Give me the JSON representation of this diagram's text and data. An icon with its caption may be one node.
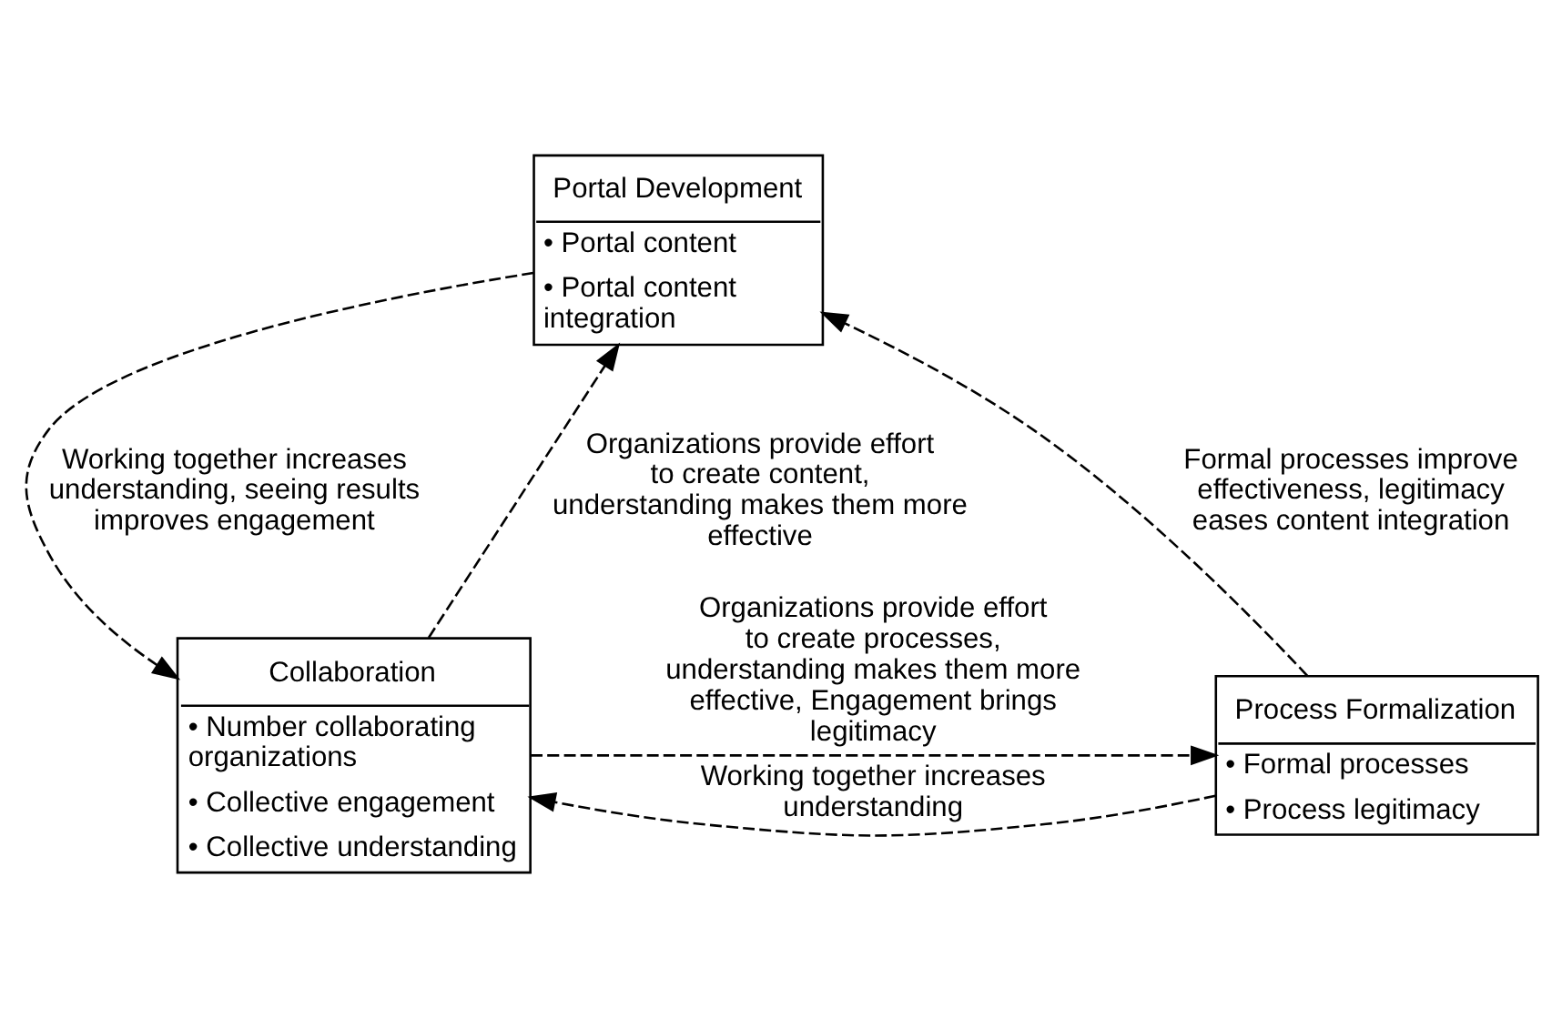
{
  "diagram": {
    "nodes": [
      {
        "text": [
          "Portal Development",
          "• Portal content",
          "• Portal content integration"
        ]
      },
      {
        "text": [
          "Collaboration",
          "• Number collaborating organizations",
          "• Collective engagement",
          "• Collective understanding"
        ]
      },
      {
        "text": [
          "Process Formalization",
          "• Formal processes",
          "• Process legitimacy"
        ]
      }
    ],
    "edges": [
      {
        "from": 1,
        "to": 0,
        "arrow": "to",
        "style": "dashed",
        "label": "Organizations provide effort to create content, understanding makes them more effective"
      },
      {
        "from": 2,
        "to": 0,
        "arrow": "to",
        "style": "dashed",
        "label": "Formal processes improve effectiveness, legitimacy eases content integration"
      },
      {
        "from": 0,
        "to": 1,
        "arrow": "to",
        "style": "dashed",
        "label": "Working together increases understanding, seeing results improves engagement"
      },
      {
        "from": 2,
        "to": 1,
        "arrow": "to",
        "style": "dashed",
        "label": "Working together increases understanding"
      },
      {
        "from": 1,
        "to": 2,
        "arrow": "to",
        "style": "dashed",
        "label": "Organizations provide effort to create processes, understanding makes them more effective, Engagement brings legitimacy"
      }
    ]
  }
}
